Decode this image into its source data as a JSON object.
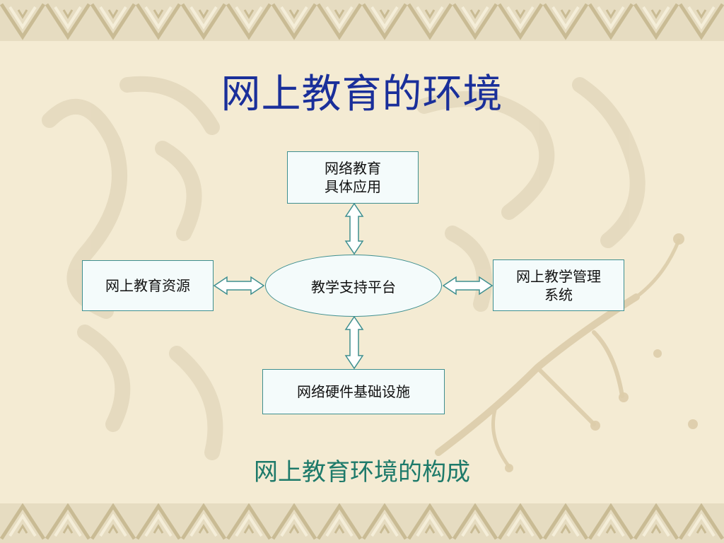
{
  "slide": {
    "title": "网上教育的环境",
    "caption": "网上教育环境的构成"
  },
  "diagram": {
    "center": "教学支持平台",
    "top": [
      "网络教育",
      "具体应用"
    ],
    "left": "网上教育资源",
    "right": [
      "网上教学管理",
      "系统"
    ],
    "bottom": "网络硬件基础设施"
  },
  "colors": {
    "title": "#1a2f9a",
    "caption": "#1e7a6a",
    "box_border": "#3e8f8f",
    "box_fill": "#f4fbfb",
    "background": "#f4ebd3"
  }
}
